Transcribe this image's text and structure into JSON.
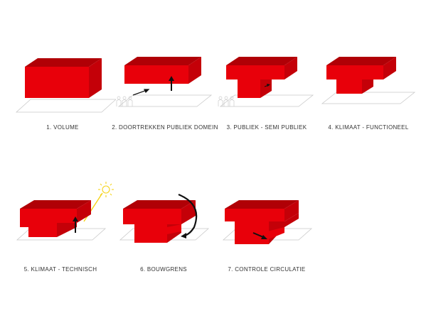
{
  "colors": {
    "mass_front": "#e8000a",
    "mass_side": "#c40008",
    "mass_top": "#b00006",
    "ground_line": "#c9c9c9",
    "arrow": "#111111",
    "sun": "#f5d31a"
  },
  "steps": [
    {
      "label": "1.  VOLUME"
    },
    {
      "label": "2.  DOORTREKKEN PUBLIEK DOMEIN"
    },
    {
      "label": "3.  PUBLIEK - SEMI PUBLIEK"
    },
    {
      "label": "4.  KLIMAAT - FUNCTIONEEL"
    },
    {
      "label": "5.  KLIMAAT - TECHNISCH"
    },
    {
      "label": "6.  BOUWGRENS"
    },
    {
      "label": "7.  CONTROLE CIRCULATIE"
    }
  ]
}
